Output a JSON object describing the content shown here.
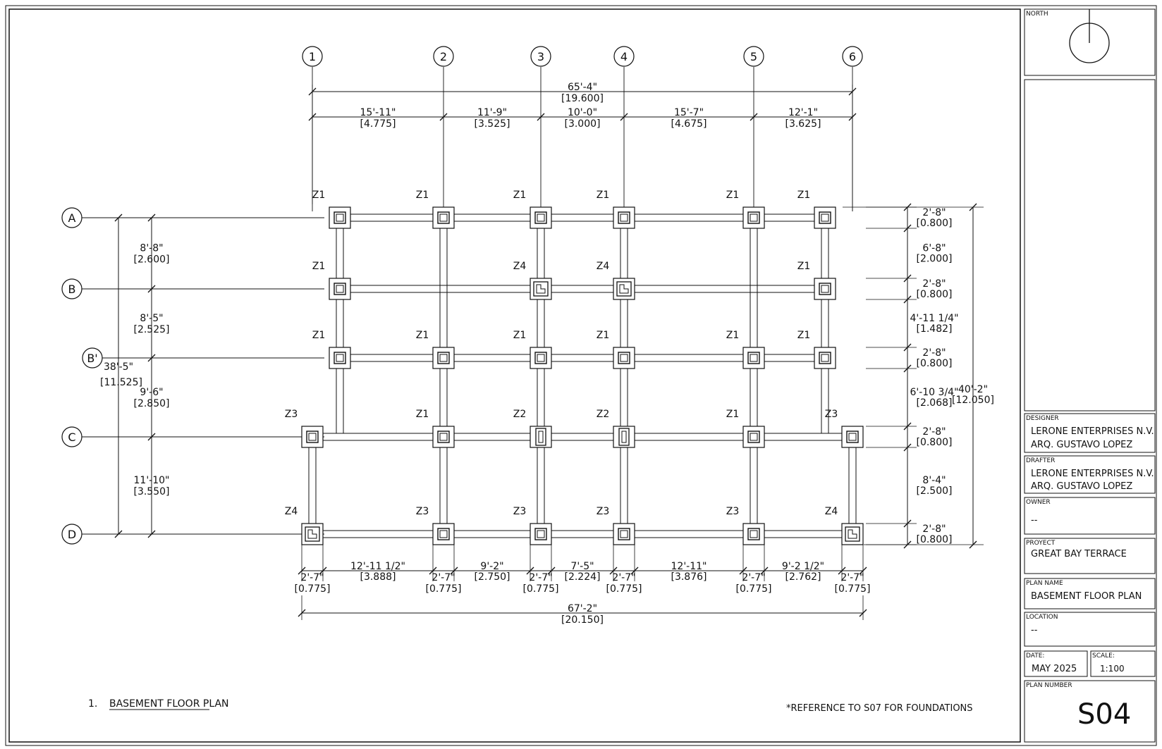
{
  "grid": {
    "columns": [
      "1",
      "2",
      "3",
      "4",
      "5",
      "6"
    ],
    "rows": [
      "A",
      "B",
      "B'",
      "C",
      "D"
    ]
  },
  "top_dims": {
    "overall": {
      "imperial": "65'-4\"",
      "metric": "[19.600]"
    },
    "bays": [
      {
        "imperial": "15'-11\"",
        "metric": "[4.775]"
      },
      {
        "imperial": "11'-9\"",
        "metric": "[3.525]"
      },
      {
        "imperial": "10'-0\"",
        "metric": "[3.000]"
      },
      {
        "imperial": "15'-7\"",
        "metric": "[4.675]"
      },
      {
        "imperial": "12'-1\"",
        "metric": "[3.625]"
      }
    ]
  },
  "left_dims": {
    "overall": {
      "imperial": "38'-5\"",
      "metric": "[11.525]"
    },
    "bays": [
      {
        "imperial": "8'-8\"",
        "metric": "[2.600]"
      },
      {
        "imperial": "8'-5\"",
        "metric": "[2.525]"
      },
      {
        "imperial": "9'-6\"",
        "metric": "[2.850]"
      },
      {
        "imperial": "11'-10\"",
        "metric": "[3.550]"
      }
    ]
  },
  "right_dims": {
    "overall": {
      "imperial": "40'-2\"",
      "metric": "[12.050]"
    },
    "items": [
      {
        "imperial": "2'-8\"",
        "metric": "[0.800]"
      },
      {
        "imperial": "6'-8\"",
        "metric": "[2.000]"
      },
      {
        "imperial": "2'-8\"",
        "metric": "[0.800]"
      },
      {
        "imperial": "4'-11 1/4\"",
        "metric": "[1.482]"
      },
      {
        "imperial": "2'-8\"",
        "metric": "[0.800]"
      },
      {
        "imperial": "6'-10 3/4\"",
        "metric": "[2.068]"
      },
      {
        "imperial": "2'-8\"",
        "metric": "[0.800]"
      },
      {
        "imperial": "8'-4\"",
        "metric": "[2.500]"
      },
      {
        "imperial": "2'-8\"",
        "metric": "[0.800]"
      }
    ]
  },
  "bottom_dims": {
    "overall": {
      "imperial": "67'-2\"",
      "metric": "[20.150]"
    },
    "widths": [
      {
        "imperial": "2'-7\"",
        "metric": "[0.775]"
      },
      {
        "imperial": "2'-7\"",
        "metric": "[0.775]"
      },
      {
        "imperial": "2'-7\"",
        "metric": "[0.775]"
      },
      {
        "imperial": "2'-7\"",
        "metric": "[0.775]"
      },
      {
        "imperial": "2'-7\"",
        "metric": "[0.775]"
      },
      {
        "imperial": "2'-7\"",
        "metric": "[0.775]"
      }
    ],
    "gaps": [
      {
        "imperial": "12'-11 1/2\"",
        "metric": "[3.888]"
      },
      {
        "imperial": "9'-2\"",
        "metric": "[2.750]"
      },
      {
        "imperial": "7'-5\"",
        "metric": "[2.224]"
      },
      {
        "imperial": "12'-11\"",
        "metric": "[3.876]"
      },
      {
        "imperial": "9'-2 1/2\"",
        "metric": "[2.762]"
      }
    ]
  },
  "footing_tags": {
    "A": [
      "Z1",
      "Z1",
      "Z1",
      "Z1",
      "Z1",
      "Z1"
    ],
    "B": [
      "Z1",
      "",
      "Z4",
      "Z4",
      "",
      "Z1"
    ],
    "Bp": [
      "Z1",
      "Z1",
      "Z1",
      "Z1",
      "Z1",
      "Z1"
    ],
    "C": [
      "Z3",
      "Z1",
      "Z2",
      "Z2",
      "Z1",
      "Z3"
    ],
    "D": [
      "Z4",
      "Z3",
      "Z3",
      "Z3",
      "Z3",
      "Z4"
    ]
  },
  "notes": {
    "plan_index": "1.",
    "plan_title": "BASEMENT FLOOR PLAN",
    "reference": "*REFERENCE TO S07 FOR FOUNDATIONS"
  },
  "title_block": {
    "north_label": "NORTH",
    "designer_label": "DESIGNER",
    "designer_lines": [
      "LERONE ENTERPRISES N.V.",
      "ARQ. GUSTAVO LOPEZ"
    ],
    "drafter_label": "DRAFTER",
    "drafter_lines": [
      "LERONE ENTERPRISES N.V.",
      "ARQ. GUSTAVO LOPEZ"
    ],
    "owner_label": "OWNER",
    "owner_value": "--",
    "project_label": "PROYECT",
    "project_value": "GREAT BAY TERRACE",
    "plan_name_label": "PLAN NAME",
    "plan_name_value": "BASEMENT FLOOR PLAN",
    "location_label": "LOCATION",
    "location_value": "--",
    "date_label": "DATE:",
    "date_value": "MAY 2025",
    "scale_label": "SCALE:",
    "scale_value": "1:100",
    "plan_number_label": "PLAN NUMBER",
    "plan_number_value": "S04"
  }
}
